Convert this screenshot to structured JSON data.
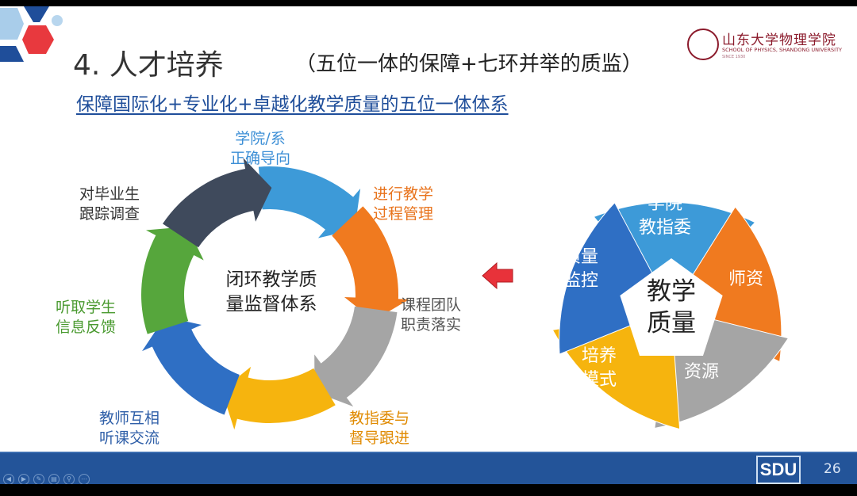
{
  "slide": {
    "title": "4. 人才培养",
    "subtitle": "（五位一体的保障+七环并举的质监）",
    "headline": "保障国际化+专业化+卓越化教学质量的五位一体体系",
    "logo": {
      "name": "山东大学物理学院",
      "english": "SCHOOL OF PHYSICS, SHANDONG UNIVERSITY",
      "since": "SINCE 1930"
    }
  },
  "cycle": {
    "center": [
      "闭环教学质",
      "量监督体系"
    ],
    "segments": [
      {
        "lines": [
          "学院/系",
          "正确导向"
        ],
        "color": "#3d9ad8"
      },
      {
        "lines": [
          "进行教学",
          "过程管理"
        ],
        "color": "#f07a1f"
      },
      {
        "lines": [
          "课程团队",
          "职责落实"
        ],
        "color": "#a5a5a5"
      },
      {
        "lines": [
          "教指委与",
          "督导跟进"
        ],
        "color": "#f6b40e"
      },
      {
        "lines": [
          "教师互相",
          "听课交流"
        ],
        "color": "#2f6fc4"
      },
      {
        "lines": [
          "听取学生",
          "信息反馈"
        ],
        "color": "#56a63c"
      },
      {
        "lines": [
          "对毕业生",
          "跟踪调查"
        ],
        "color": "#3f4a5c"
      }
    ],
    "label_colors": [
      "#3d8fd6",
      "#e8731c",
      "#555555",
      "#e08a00",
      "#2f5fa8",
      "#4a9a30",
      "#333333"
    ]
  },
  "pentagon": {
    "center": [
      "教学",
      "质量"
    ],
    "petals": [
      {
        "lines": [
          "学院",
          "教指委"
        ],
        "color": "#3d9ad8"
      },
      {
        "lines": [
          "师资"
        ],
        "color": "#f07a1f"
      },
      {
        "lines": [
          "资源"
        ],
        "color": "#a5a5a5"
      },
      {
        "lines": [
          "培养",
          "模式"
        ],
        "color": "#f6b40e"
      },
      {
        "lines": [
          "质量",
          "监控"
        ],
        "color": "#2f6fc4"
      }
    ]
  },
  "arrow_color": "#e8323a",
  "footer": {
    "brand": "SDU",
    "page": "26",
    "controls": [
      "prev-icon",
      "next-icon",
      "pen-icon",
      "menu-icon",
      "zoom-icon",
      "more-icon"
    ]
  }
}
